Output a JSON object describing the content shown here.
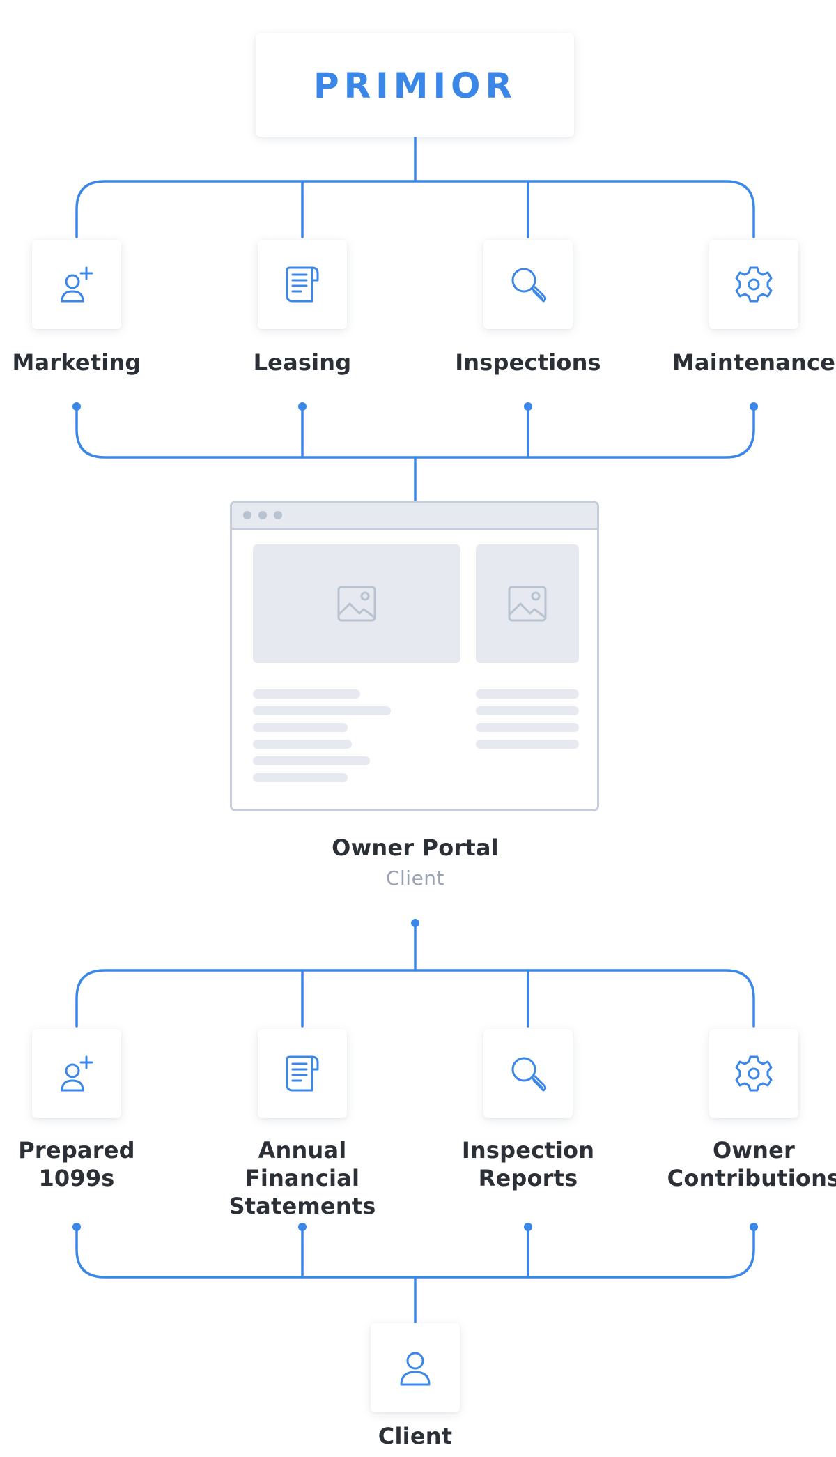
{
  "brand": {
    "logo_text": "PRIMIOR",
    "accent_color": "#3b87e8",
    "line_color": "#3b87e8",
    "placeholder_color": "#e6eaf0"
  },
  "top_services": [
    {
      "label": "Marketing",
      "icon": "add-user-icon"
    },
    {
      "label": "Leasing",
      "icon": "document-icon"
    },
    {
      "label": "Inspections",
      "icon": "search-icon"
    },
    {
      "label": "Maintenance",
      "icon": "gear-icon"
    }
  ],
  "portal": {
    "title": "Owner Portal",
    "subtitle": "Client",
    "image_icons": [
      "image-icon",
      "image-icon"
    ]
  },
  "bottom_services": [
    {
      "label_lines": [
        "Prepared",
        "1099s"
      ],
      "icon": "add-user-icon"
    },
    {
      "label_lines": [
        "Annual Financial",
        "Statements"
      ],
      "icon": "document-icon"
    },
    {
      "label_lines": [
        "Inspection",
        "Reports"
      ],
      "icon": "search-icon"
    },
    {
      "label_lines": [
        "Owner",
        "Contributions"
      ],
      "icon": "gear-icon"
    }
  ],
  "client": {
    "label": "Client",
    "icon": "user-icon"
  }
}
